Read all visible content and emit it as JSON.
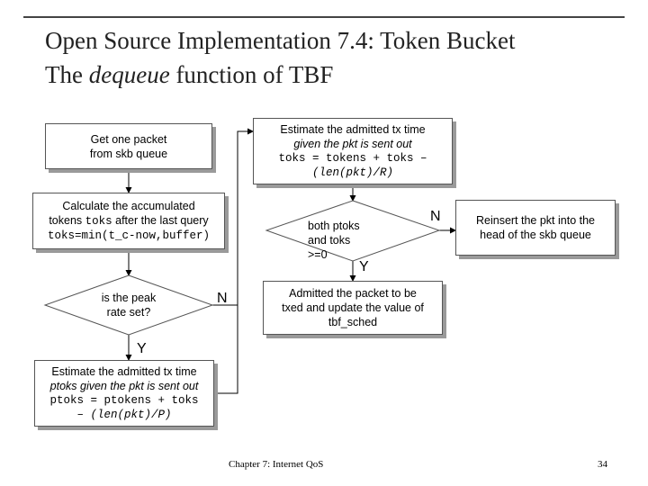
{
  "slide": {
    "title_line1": "Open Source Implementation 7.4: Token Bucket",
    "title_line2_a": "The ",
    "title_line2_em": "dequeue",
    "title_line2_b": " function  of TBF",
    "footer_left": "Chapter 7: Internet QoS",
    "footer_page": "34"
  },
  "boxes": {
    "get_packet": {
      "line1": "Get one packet",
      "line2": "from skb queue"
    },
    "calc": {
      "line1": "Calculate the accumulated",
      "line2_a": "tokens ",
      "line2_code": "toks",
      "line2_b": " after the last query",
      "line3": "toks=min(t_c-now,buffer)"
    },
    "peak_diamond": {
      "line1": "is the peak",
      "line2": "rate set?"
    },
    "est_ptoks": {
      "line1": "Estimate the admitted tx time",
      "line2": "ptoks given the pkt is sent out",
      "line3": "ptoks = ptokens + toks",
      "line4": "– (len(pkt)/P)"
    },
    "est_toks": {
      "line1": "Estimate the admitted tx time",
      "line2": "given the pkt is sent out",
      "line3": "toks = tokens + toks –",
      "line4": "(len(pkt)/R)"
    },
    "both_diamond": {
      "line1": "both ptoks",
      "line2": "and toks",
      "line3": ">=0"
    },
    "admitted": {
      "line1": "Admitted the packet to be",
      "line2": "txed and update the value of",
      "line3": "tbf_sched"
    },
    "reinsert": {
      "line1": "Reinsert the pkt into the",
      "line2": "head of the skb queue"
    }
  },
  "labels": {
    "no": "N",
    "yes": "Y"
  }
}
